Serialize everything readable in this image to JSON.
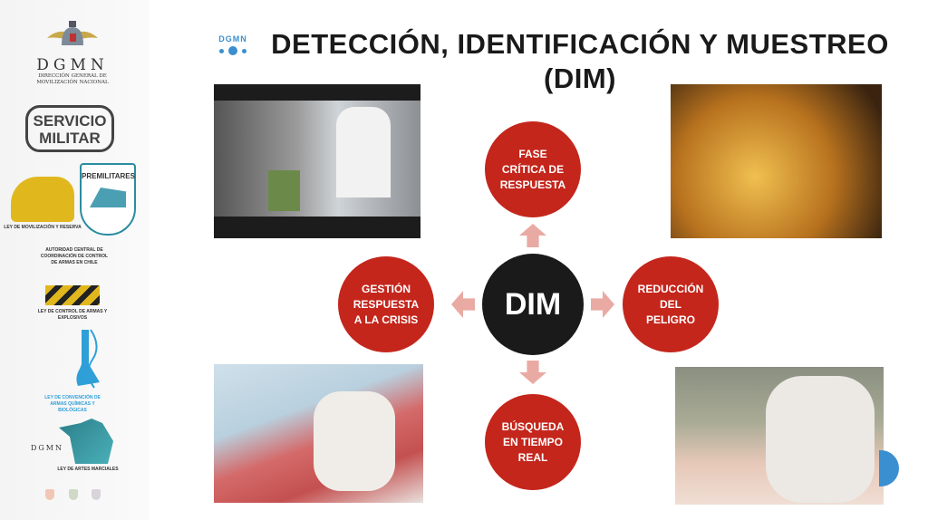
{
  "sidebar": {
    "dgmn_logo": {
      "acronym": "DGMN",
      "subtitle": "DIRECCIÓN GENERAL DE MOVILIZACIÓN NACIONAL"
    },
    "servicio_militar": {
      "line1": "SERVICIO",
      "line2": "MILITAR"
    },
    "ley_movilizacion": "LEY DE MOVILIZACIÓN Y RESERVA",
    "premilitares": "PREMILITARES",
    "autoridad": "AUTORIDAD CENTRAL DE COORDINACIÓN DE CONTROL DE ARMAS EN CHILE",
    "ley_armas": "LEY DE CONTROL DE ARMAS Y EXPLOSIVOS",
    "ley_quimicas": "LEY DE CONVENCIÓN DE ARMAS QUÍMICAS Y BIOLÓGICAS",
    "ley_artes": "LEY DE ARTES MARCIALES"
  },
  "header": {
    "brand": "DGMN",
    "title_line1": "DETECCIÓN, IDENTIFICACIÓN Y MUESTREO",
    "title_line2": "(DIM)"
  },
  "diagram": {
    "center": "DIM",
    "top": "FASE CRÍTICA DE RESPUESTA",
    "right": "REDUCCIÓN DEL PELIGRO",
    "bottom": "BÚSQUEDA EN TIEMPO REAL",
    "left": "GESTIÓN RESPUESTA A LA CRISIS"
  },
  "colors": {
    "red": "#c4261c",
    "dark": "#1a1a1a",
    "arrow": "#e9aaa3",
    "accent": "#3a8fd0"
  }
}
